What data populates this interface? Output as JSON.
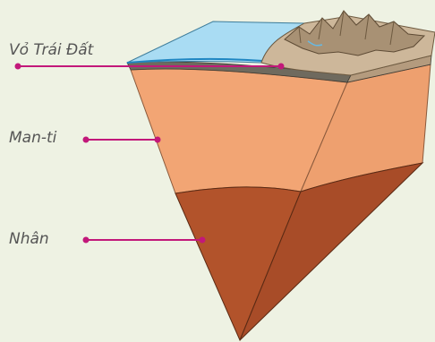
{
  "labels": {
    "crust": "Vỏ Trái Đất",
    "mantle": "Man-ti",
    "core": "Nhân"
  },
  "colors": {
    "background": "#eef2e3",
    "leader": "#c2187a",
    "ocean": "#a9dcf3",
    "crust_land": "#cdb79a",
    "mantle": "#f2a574",
    "core": "#b2532b"
  }
}
